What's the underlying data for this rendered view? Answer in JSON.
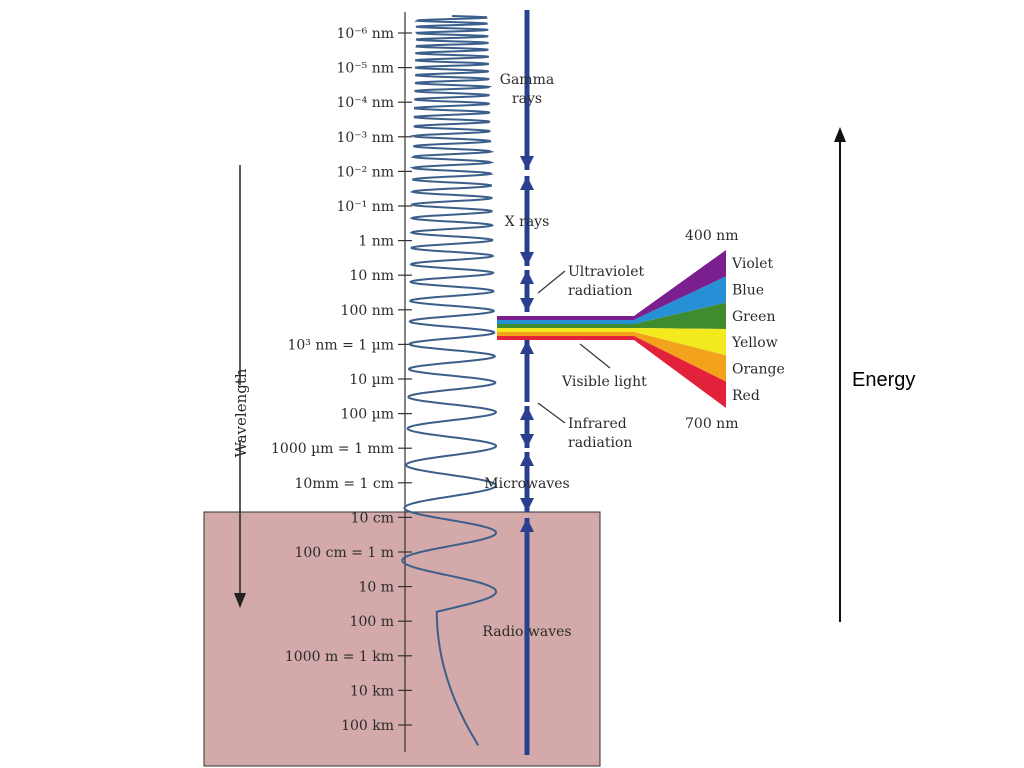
{
  "ticks": [
    "10⁻⁶ nm",
    "10⁻⁵ nm",
    "10⁻⁴ nm",
    "10⁻³ nm",
    "10⁻² nm",
    "10⁻¹ nm",
    "1 nm",
    "10 nm",
    "100 nm",
    "10³ nm = 1 µm",
    "10 µm",
    "100 µm",
    "1000 µm = 1 mm",
    "10mm = 1 cm",
    "10 cm",
    "100 cm = 1 m",
    "10 m",
    "100 m",
    "1000 m = 1 km",
    "10 km",
    "100 km"
  ],
  "axis_label": "Wavelength",
  "energy_label": "Energy",
  "regions": [
    {
      "id": "gamma",
      "lines": [
        "Gamma",
        "rays"
      ]
    },
    {
      "id": "xray",
      "lines": [
        "X rays"
      ]
    },
    {
      "id": "uv",
      "lines": [
        "Ultraviolet",
        "radiation"
      ]
    },
    {
      "id": "visible",
      "lines": [
        "Visible light"
      ]
    },
    {
      "id": "infrared",
      "lines": [
        "Infrared",
        "radiation"
      ]
    },
    {
      "id": "microwave",
      "lines": [
        "Microwaves"
      ]
    },
    {
      "id": "radio",
      "lines": [
        "Radio waves"
      ]
    }
  ],
  "visible_spectrum": {
    "top_label": "400 nm",
    "bottom_label": "700 nm",
    "bands": [
      {
        "name": "Violet",
        "color": "#7b1f8f"
      },
      {
        "name": "Blue",
        "color": "#2590d6"
      },
      {
        "name": "Green",
        "color": "#3f8b2f"
      },
      {
        "name": "Yellow",
        "color": "#f2ea1c"
      },
      {
        "name": "Orange",
        "color": "#f3a21c"
      },
      {
        "name": "Red",
        "color": "#e2213a"
      }
    ]
  },
  "colors": {
    "wave": "#3b5f8a",
    "spectrum_arrow": "#2b3f8f",
    "radio_highlight": "#d3a9aa",
    "axis": "#222222"
  }
}
